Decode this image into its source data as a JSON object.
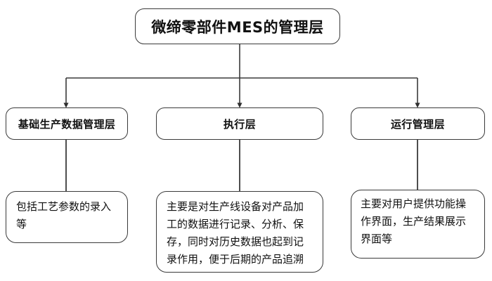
{
  "diagram": {
    "title_node": {
      "id": "root",
      "label": "微缔零部件MES的管理层"
    },
    "tier2": [
      {
        "id": "basedata",
        "label": "基础生产数据管理层"
      },
      {
        "id": "exec",
        "label": "执行层"
      },
      {
        "id": "runtime",
        "label": "运行管理层"
      }
    ],
    "tier3": [
      {
        "id": "basedata-desc",
        "label": "包括工艺参数的录入\n等"
      },
      {
        "id": "exec-desc",
        "label": "主要是对生产线设备对产品加\n工的数据进行记录、分析、保\n存，同时对历史数据也起到记\n录作用，便于后期的产品追溯"
      },
      {
        "id": "runtime-desc",
        "label": "主要对用户提供功能操\n作界面，生产结果展示\n界面等"
      }
    ],
    "style": {
      "stroke": "#3a3a3a",
      "background": "#ffffff",
      "text": "#111111"
    },
    "connectors": [
      {
        "id": "root-to-bus",
        "type": "vertical-with-arrow",
        "from": "root",
        "to": "exec"
      },
      {
        "id": "bus-to-basedata",
        "type": "elbow-with-arrow",
        "from": "root",
        "to": "basedata"
      },
      {
        "id": "bus-to-runtime",
        "type": "elbow-with-arrow",
        "from": "root",
        "to": "runtime"
      },
      {
        "id": "basedata-to-desc",
        "type": "vertical-plain",
        "from": "basedata",
        "to": "basedata-desc"
      },
      {
        "id": "exec-to-desc",
        "type": "vertical-plain",
        "from": "exec",
        "to": "exec-desc"
      },
      {
        "id": "runtime-to-desc",
        "type": "vertical-plain",
        "from": "runtime",
        "to": "runtime-desc"
      }
    ]
  }
}
